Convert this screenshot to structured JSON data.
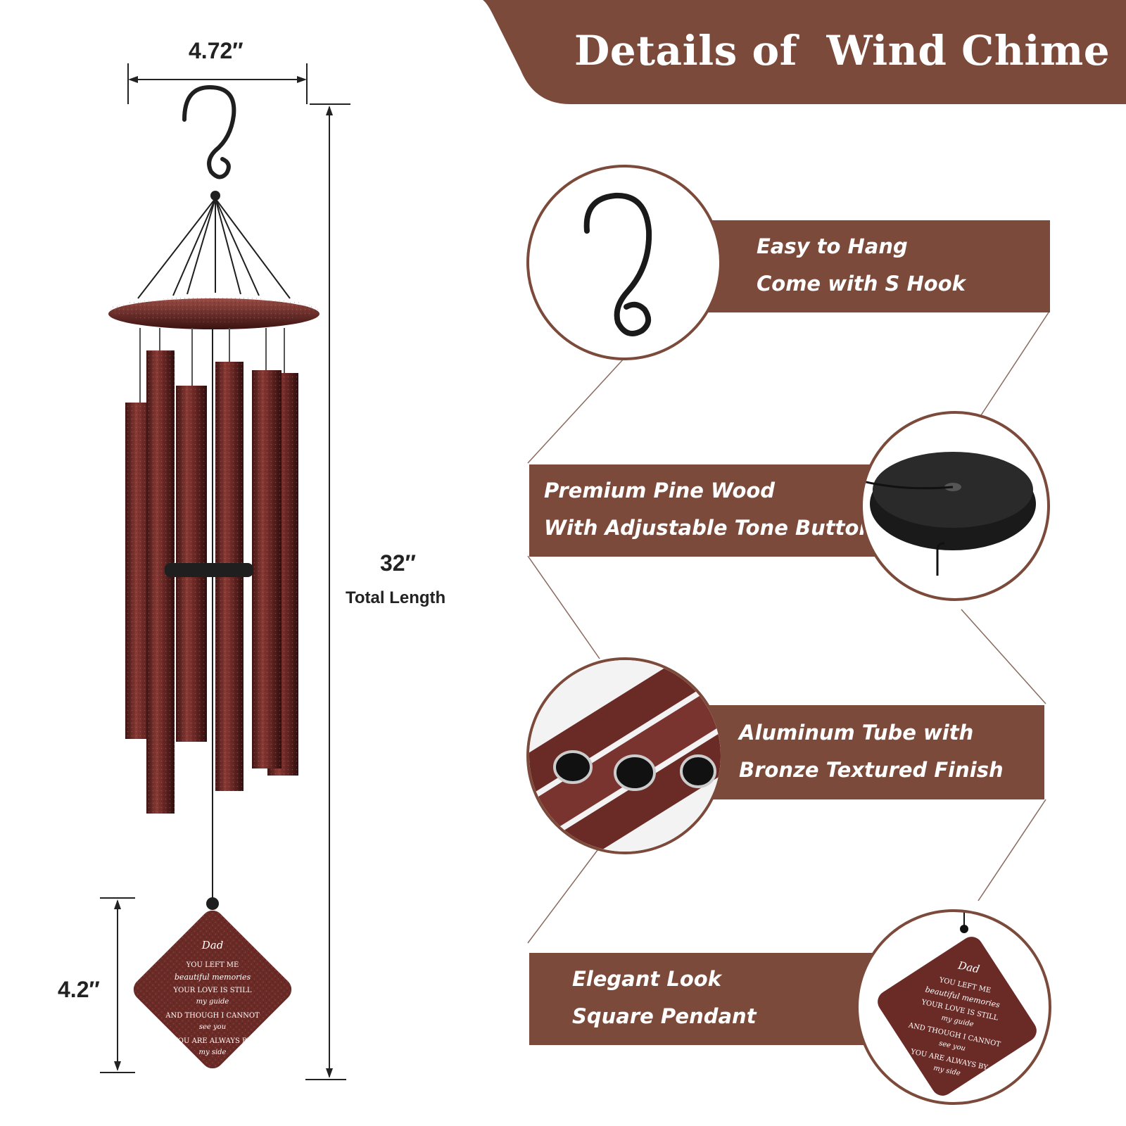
{
  "header": {
    "title": "Details of  Wind Chime",
    "band_color": "#7b4a3a"
  },
  "dimensions": {
    "width": "4.72″",
    "length": "32″",
    "length_caption": "Total Length",
    "pendant_height": "4.2″"
  },
  "features": [
    {
      "line1": "Easy to Hang",
      "line2": "Come with S Hook",
      "icon": "s-hook-icon"
    },
    {
      "line1": "Premium Pine Wood",
      "line2": "With Adjustable Tone Button",
      "icon": "wood-disc-icon"
    },
    {
      "line1": "Aluminum Tube with",
      "line2": "Bronze Textured Finish",
      "icon": "tubes-icon"
    },
    {
      "line1": "Elegant  Look",
      "line2": "Square Pendant",
      "icon": "pendant-icon"
    }
  ],
  "pendant": {
    "title": "Dad",
    "lines": [
      "YOU LEFT ME",
      "beautiful memories",
      "YOUR LOVE IS STILL",
      "my guide",
      "AND THOUGH I CANNOT",
      "see you",
      "YOU ARE ALWAYS BY",
      "my side"
    ]
  },
  "colors": {
    "accent": "#7b4a3a",
    "bronze": "#6a2a26",
    "bronze_dark": "#4a1a18",
    "metal": "#1f1f1f"
  }
}
